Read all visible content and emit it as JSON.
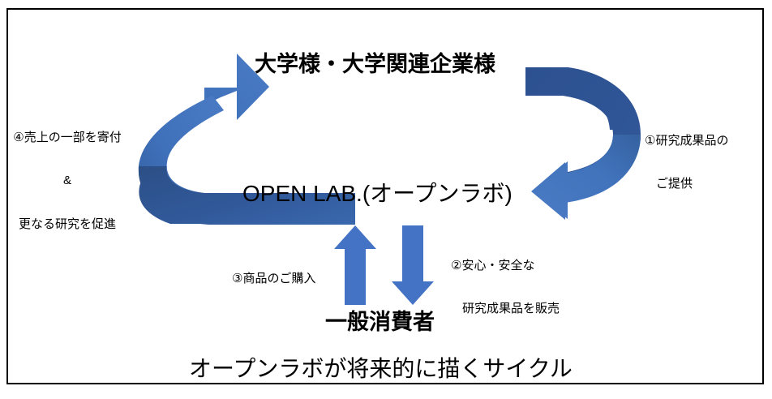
{
  "diagram": {
    "frame_color": "#000000",
    "background": "#ffffff",
    "accent_light": "#4a77c0",
    "accent_mid": "#3f6cb4",
    "accent_dark": "#2f5596",
    "nodes": {
      "university": "大学様・大学関連企業様",
      "openlab": "OPEN LAB.(オープンラボ)",
      "consumer": "一般消費者"
    },
    "caption": "オープンラボが将来的に描くサイクル",
    "steps": [
      {
        "id": "step-1",
        "line1": "①研究成果品の",
        "line2": "ご提供"
      },
      {
        "id": "step-2",
        "line1": "②安心・安全な",
        "line2": "研究成果品を販売"
      },
      {
        "id": "step-3",
        "line1": "③商品のご購入"
      },
      {
        "id": "step-4",
        "line1": "④売上の一部を寄付",
        "line2": "&",
        "line3": "更なる研究を促進"
      }
    ],
    "arrows": [
      {
        "name": "curved-arrow-left-up",
        "direction": "up-right",
        "color_top": "#4a7bc4",
        "color_bottom": "#2f5596"
      },
      {
        "name": "curved-arrow-right-down",
        "direction": "down-left",
        "color_top": "#2f5596",
        "color_bottom": "#4a7bc4"
      },
      {
        "name": "straight-arrow-up",
        "direction": "up",
        "color": "#4472c4"
      },
      {
        "name": "straight-arrow-down",
        "direction": "down",
        "color": "#4472c4"
      }
    ]
  }
}
